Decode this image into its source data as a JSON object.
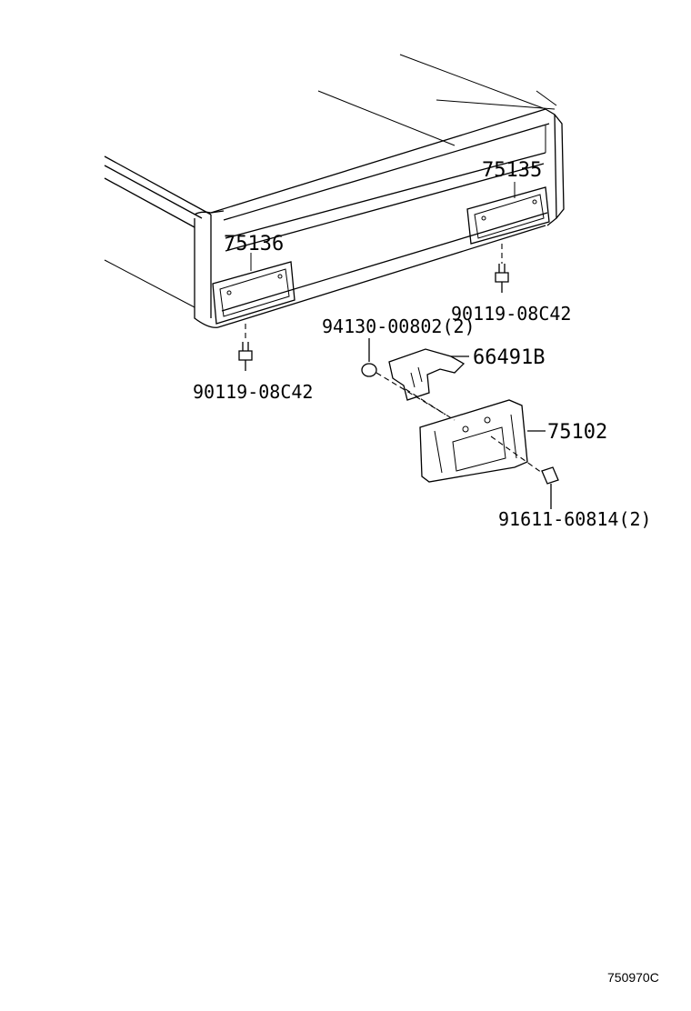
{
  "diagram": {
    "labels": {
      "bumper_stay_left": "75136",
      "bumper_stay_right": "75135",
      "bolt_left": "90119-08C42",
      "bolt_right": "90119-08C42",
      "nut": "94130-00802(2)",
      "bracket": "66491B",
      "plate_bracket": "75102",
      "screw": "91611-60814(2)"
    },
    "drawing_code": "750970C"
  }
}
